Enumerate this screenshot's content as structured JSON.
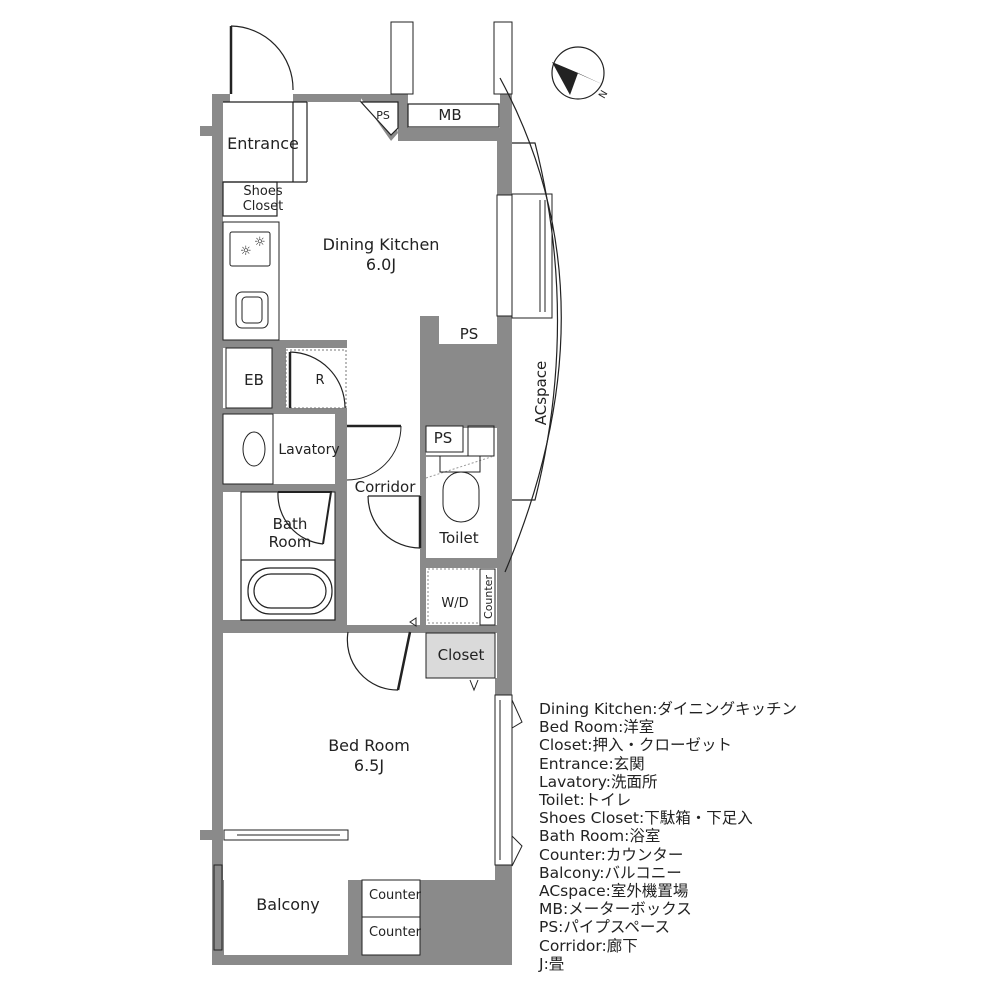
{
  "rooms": {
    "entrance": "Entrance",
    "shoes_closet_line1": "Shoes",
    "shoes_closet_line2": "Closet",
    "ps_top": "PS",
    "mb": "MB",
    "dining_kitchen": "Dining Kitchen",
    "dining_kitchen_size": "6.0J",
    "ps_mid": "PS",
    "acspace": "ACspace",
    "eb": "EB",
    "r": "R",
    "lavatory": "Lavatory",
    "ps_toilet": "PS",
    "corridor": "Corridor",
    "bath_room_line1": "Bath",
    "bath_room_line2": "Room",
    "toilet": "Toilet",
    "wd": "W/D",
    "counter_wd": "Counter",
    "closet": "Closet",
    "bed_room": "Bed Room",
    "bed_room_size": "6.5J",
    "balcony": "Balcony",
    "counter_1": "Counter",
    "counter_2": "Counter"
  },
  "compass": {
    "label": "N"
  },
  "legend": [
    "Dining Kitchen:ダイニングキッチン",
    "Bed Room:洋室",
    "Closet:押入・クローゼット",
    "Entrance:玄関",
    "Lavatory:洗面所",
    "Toilet:トイレ",
    "Shoes Closet:下駄箱・下足入",
    "Bath Room:浴室",
    "Counter:カウンター",
    "Balcony:バルコニー",
    "ACspace:室外機置場",
    "MB:メーターボックス",
    "PS:パイプスペース",
    "Corridor:廊下",
    "J:畳"
  ],
  "colors": {
    "wall": "#8a8a8a",
    "closet_fill": "#dadada",
    "line": "#222222"
  }
}
